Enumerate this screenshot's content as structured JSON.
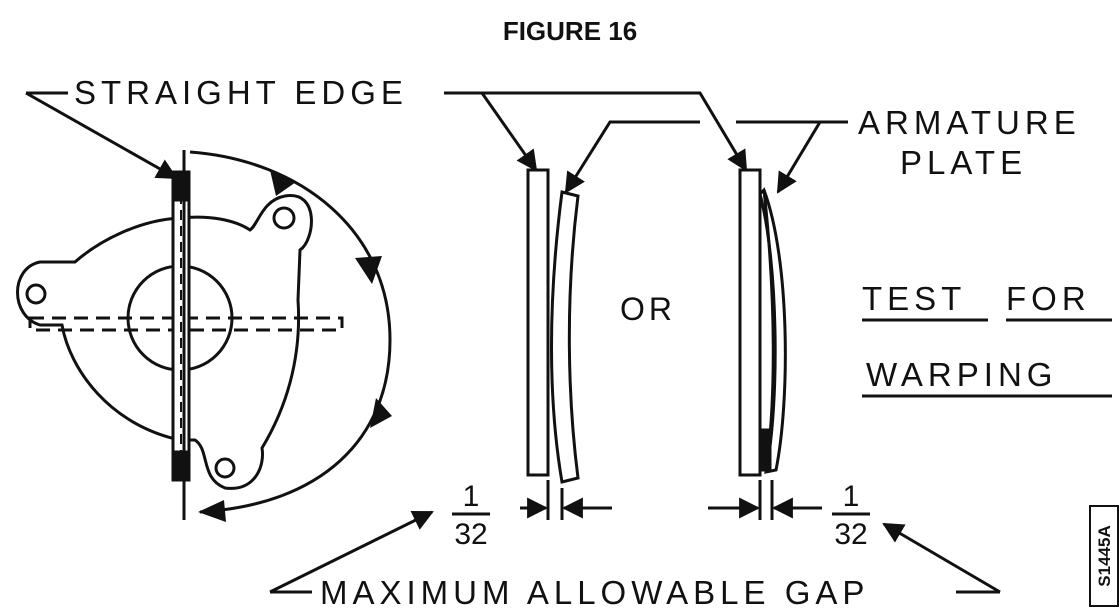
{
  "figure": {
    "title": "FIGURE 16",
    "labels": {
      "straight_edge": "STRAIGHT EDGE",
      "armature_line1": "ARMATURE",
      "armature_line2": "PLATE",
      "or": "OR",
      "test_line1_word1": "TEST",
      "test_line1_word2": "FOR",
      "test_line2": "WARPING",
      "frac_left_num": "1",
      "frac_left_den": "32",
      "frac_right_num": "1",
      "frac_right_den": "32",
      "max_gap": "MAXIMUM ALLOWABLE GAP",
      "code": "S1445A"
    }
  }
}
